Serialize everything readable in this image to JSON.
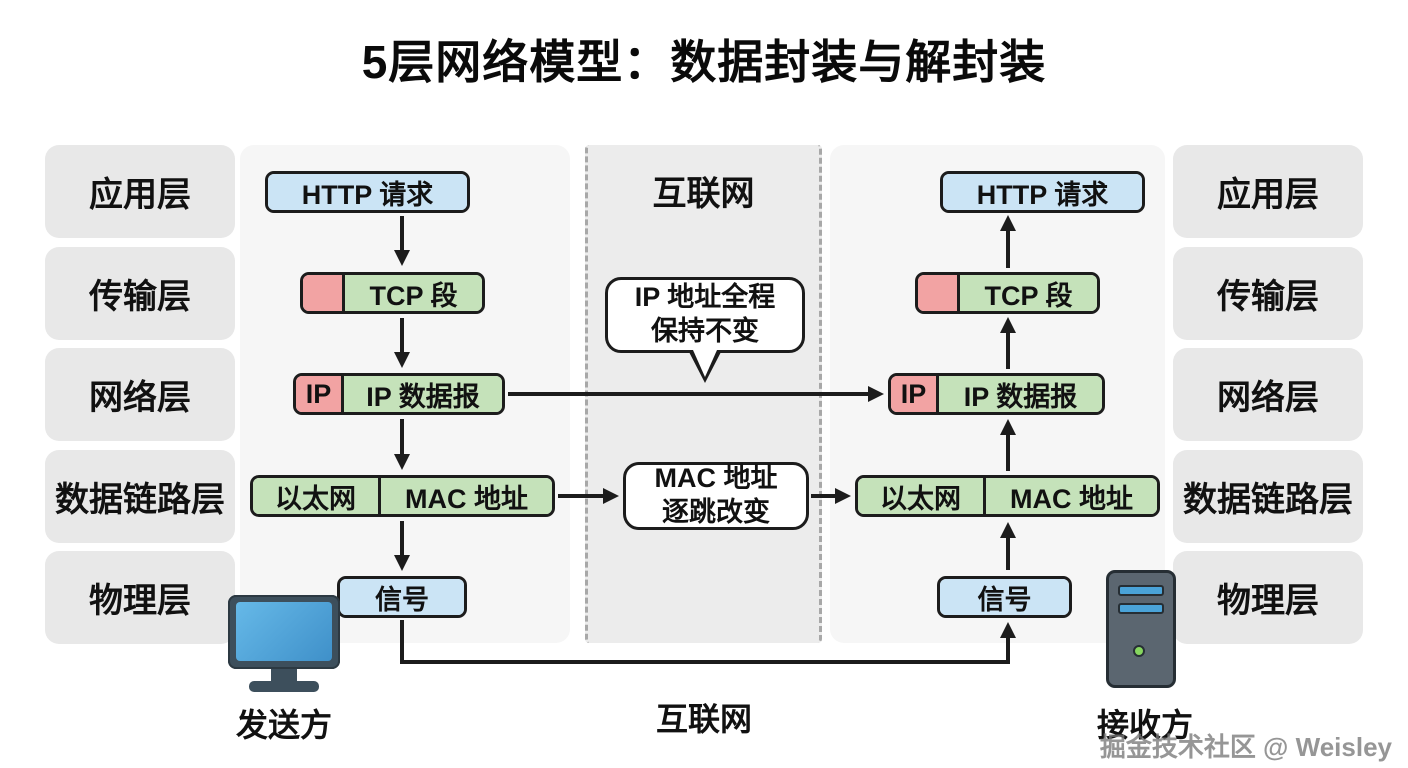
{
  "title": "5层网络模型：数据封装与解封装",
  "layers_left": [
    "应用层",
    "传输层",
    "网络层",
    "数据链路层",
    "物理层"
  ],
  "layers_right": [
    "应用层",
    "传输层",
    "网络层",
    "数据链路层",
    "物理层"
  ],
  "internet": {
    "header": "互联网",
    "ip_note": {
      "line1": "IP 地址全程",
      "line2": "保持不变"
    },
    "mac_note": {
      "line1": "MAC 地址",
      "line2": "逐跳改变"
    }
  },
  "sender": {
    "http_label": "HTTP 请求",
    "tcp_label": "TCP 段",
    "ip_tag": "IP",
    "ip_label": "IP 数据报",
    "eth_label": "以太网",
    "mac_label": "MAC 地址",
    "signal_label": "信号"
  },
  "receiver": {
    "http_label": "HTTP 请求",
    "tcp_label": "TCP 段",
    "ip_tag": "IP",
    "ip_label": "IP 数据报",
    "eth_label": "以太网",
    "mac_label": "MAC 地址",
    "signal_label": "信号"
  },
  "footer": {
    "sender": "发送方",
    "internet": "互联网",
    "receiver": "接收方",
    "watermark": "掘金技术社区 @ Weisley"
  },
  "colors": {
    "blue": "#cbe4f5",
    "green": "#c5e2ba",
    "pink": "#f2a3a3",
    "label_bg": "#e8e8e8",
    "panel_bg": "#f6f6f6",
    "middle_bg": "#ececec",
    "border": "#1c1c1c"
  }
}
